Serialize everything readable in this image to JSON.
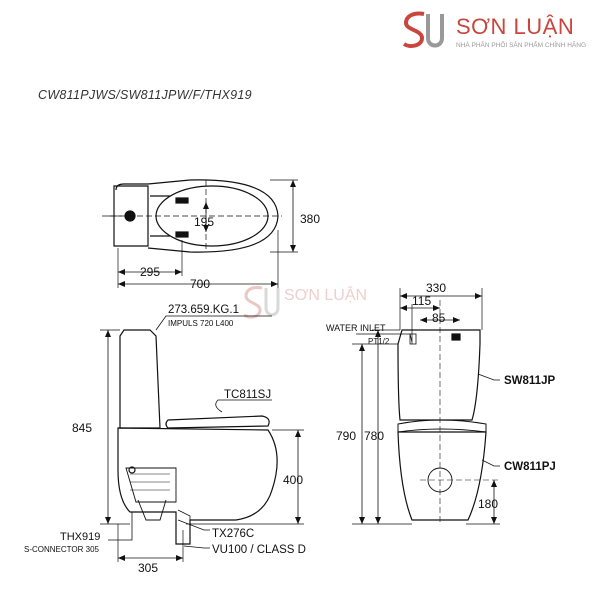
{
  "brand": {
    "name": "SƠN LUẬN",
    "tagline": "NHÀ PHÂN PHỐI SẢN PHẨM CHÍNH HÃNG",
    "color": "#c9463e"
  },
  "model_code": "CW811PJWS/SW811JPW/F/THX919",
  "top_view": {
    "width": "380",
    "hole_spacing": "195",
    "inlet_offset": "295",
    "length": "700"
  },
  "side_view": {
    "valve_code": "273.659.KG.1",
    "impulse": "IMPULS 720 L400",
    "seat": "TC811SJ",
    "height": "845",
    "outlet_height": "400",
    "connector": "THX919",
    "connector_detail": "S-CONNECTOR 305",
    "pipe_offset": "305",
    "fitting": "TX276C",
    "vu_class": "VU100 / CLASS D"
  },
  "front_view": {
    "width": "330",
    "inlet_offset": "115",
    "inlet_center": "85",
    "water_inlet": "WATER INLET",
    "thread": "PT1/2",
    "tank_model": "SW811JP",
    "bowl_model": "CW811PJ",
    "total_height": "790",
    "body_height": "780",
    "outlet_height": "180"
  }
}
